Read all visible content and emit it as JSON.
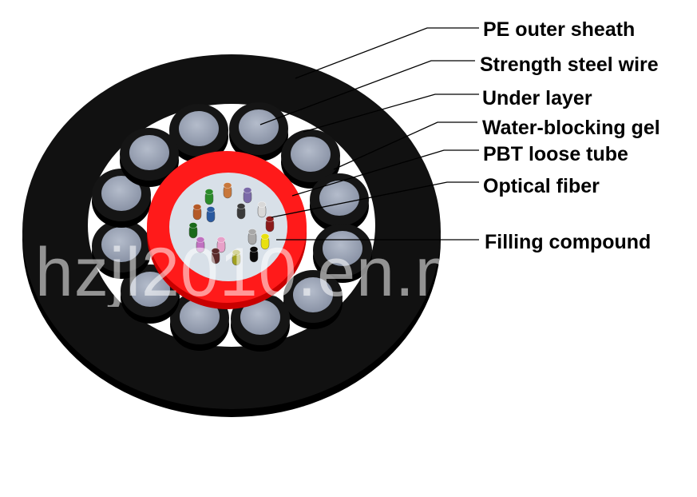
{
  "labels": [
    {
      "id": "pe-outer-sheath",
      "text": "PE outer sheath"
    },
    {
      "id": "strength-steel-wire",
      "text": "Strength steel wire"
    },
    {
      "id": "under-layer",
      "text": "Under layer"
    },
    {
      "id": "water-blocking-gel",
      "text": "Water-blocking gel"
    },
    {
      "id": "pbt-loose-tube",
      "text": "PBT loose tube"
    },
    {
      "id": "optical-fiber",
      "text": "Optical fiber"
    },
    {
      "id": "filling-compound",
      "text": "Filling compound"
    }
  ],
  "watermark": "hzjl2010.en.m",
  "colors": {
    "sheath": "#0d0d0d",
    "wire_fill": "#9aa3b4",
    "tube": "#ff1a1a",
    "tube_inner": "#d8e0e8",
    "background": "#ffffff"
  },
  "fiber_colors": [
    "#2a8a2a",
    "#c8783c",
    "#7a6aa8",
    "#d8d8d8",
    "#8b1a1a",
    "#2a5aa0",
    "#b45a28",
    "#3a3a3a",
    "#1a6a1a",
    "#a8a8a8",
    "#e8e010",
    "#c070c0",
    "#e8a0c8",
    "#a0a020",
    "#5a2a2a",
    "#0a0a0a"
  ]
}
